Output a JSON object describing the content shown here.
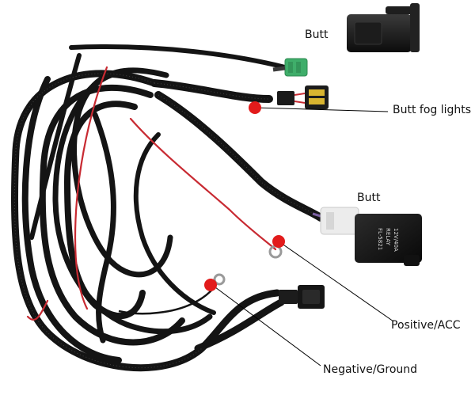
{
  "labels": {
    "top_butt": "Butt",
    "fog_lights": "Butt fog lights",
    "relay_butt": "Butt",
    "positive": "Positive/ACC",
    "negative": "Negative/Ground"
  },
  "relay": {
    "line1": "FL-5821",
    "line2": "RELAY",
    "line3": "12V/40A"
  },
  "colors": {
    "wire": "#141414",
    "red_wire": "#c82a32",
    "marker": "#e21b1b",
    "connector_green": "#3fae6a",
    "connector_white": "#ececec",
    "leader_line": "#000000"
  },
  "icons": [
    "switch-icon",
    "relay-icon",
    "connector-icon",
    "ring-terminal-icon"
  ]
}
